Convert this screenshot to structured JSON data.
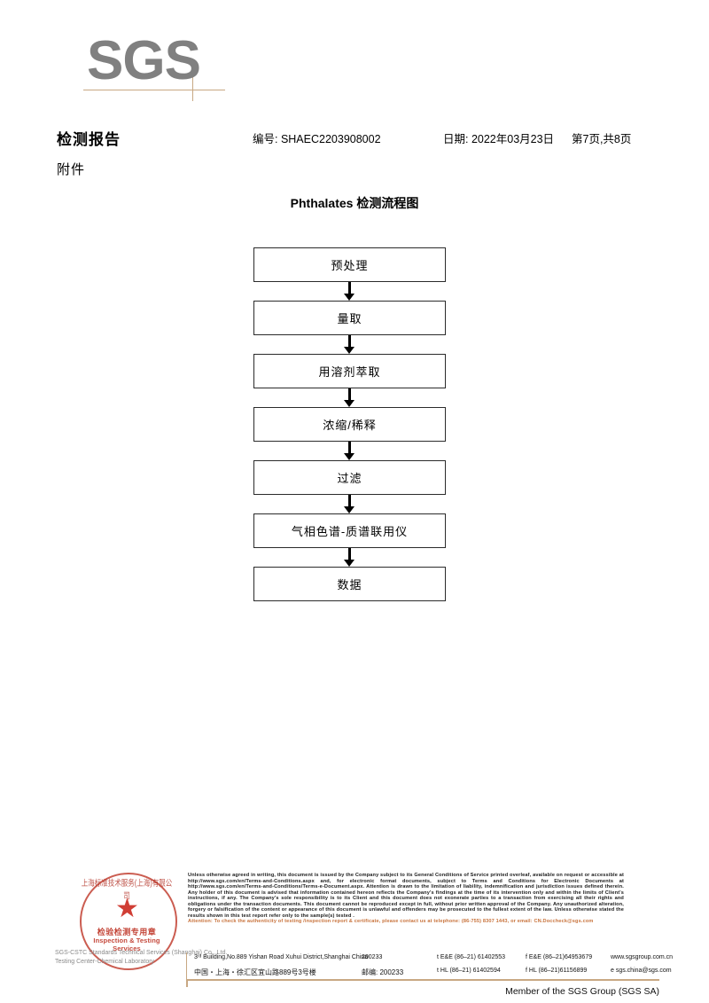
{
  "logo": {
    "wordmark": "SGS"
  },
  "header": {
    "report_title": "检测报告",
    "report_no": "编号: SHAEC2203908002",
    "report_date": "日期: 2022年03月23日",
    "page_info": "第7页,共8页",
    "attachment_label": "附件"
  },
  "flowchart": {
    "title": "Phthalates 检测流程图",
    "steps": [
      {
        "label": "预处理"
      },
      {
        "label": "量取"
      },
      {
        "label": "用溶剂萃取"
      },
      {
        "label": "浓缩/稀释"
      },
      {
        "label": "过滤"
      },
      {
        "label": "气相色谱-质谱联用仪"
      },
      {
        "label": "数据"
      }
    ]
  },
  "stamp": {
    "arc_text": "上海标准技术服务(上海)有限公司",
    "cn_text": "检验检测专用章",
    "en_text": "Inspection & Testing Services",
    "star": "★",
    "gray_line1": "SGS-CSTC Standards Technical Services (Shanghai) Co., Ltd.",
    "gray_line2": "Testing Center-Chemical Laboratory"
  },
  "footer": {
    "legal_text": "Unless otherwise agreed in writing, this document is issued by the Company subject to its General Conditions of Service printed overleaf, available on request or accessible at http://www.sgs.com/en/Terms-and-Conditions.aspx and, for electronic format documents, subject to Terms and Conditions for Electronic Documents at http://www.sgs.com/en/Terms-and-Conditions/Terms-e-Document.aspx. Attention is drawn to the limitation of liability, indemnification and jurisdiction issues defined therein. Any holder of this document is advised that information contained hereon reflects the Company's findings at the time of its intervention only and within the limits of Client's instructions, if any. The Company's sole responsibility is to its Client and this document does not exonerate parties to a transaction from exercising all their rights and obligations under the transaction documents. This document cannot be reproduced except in full, without prior written approval of the Company. Any unauthorized alteration, forgery or falsification of the content or appearance of this document is unlawful and offenders may be prosecuted to the fullest extent of the law. Unless otherwise stated the results shown in this test report refer only to the sample(s) tested .",
    "attention_text": "Attention: To check the authenticity of testing /inspection report & certificate, please contact us at telephone: (86-755) 8307 1443, or email: CN.Doccheck@sgs.com",
    "address_en": "3ʳᵈ Building,No.889 Yishan Road Xuhui District,Shanghai China",
    "address_cn": "中国・上海・徐汇区宜山路889号3号楼",
    "zip_en": "200233",
    "zip_cn": "邮编: 200233",
    "tel_en1": "t E&E (86–21) 61402553",
    "tel_en2": "f E&E (86–21)64953679",
    "tel_cn1": "t HL (86–21) 61402594",
    "tel_cn2": "f HL (86–21)61156899",
    "web": "www.sgsgroup.com.cn",
    "email": "e  sgs.china@sgs.com",
    "member_line": "Member of the SGS Group (SGS SA)"
  }
}
